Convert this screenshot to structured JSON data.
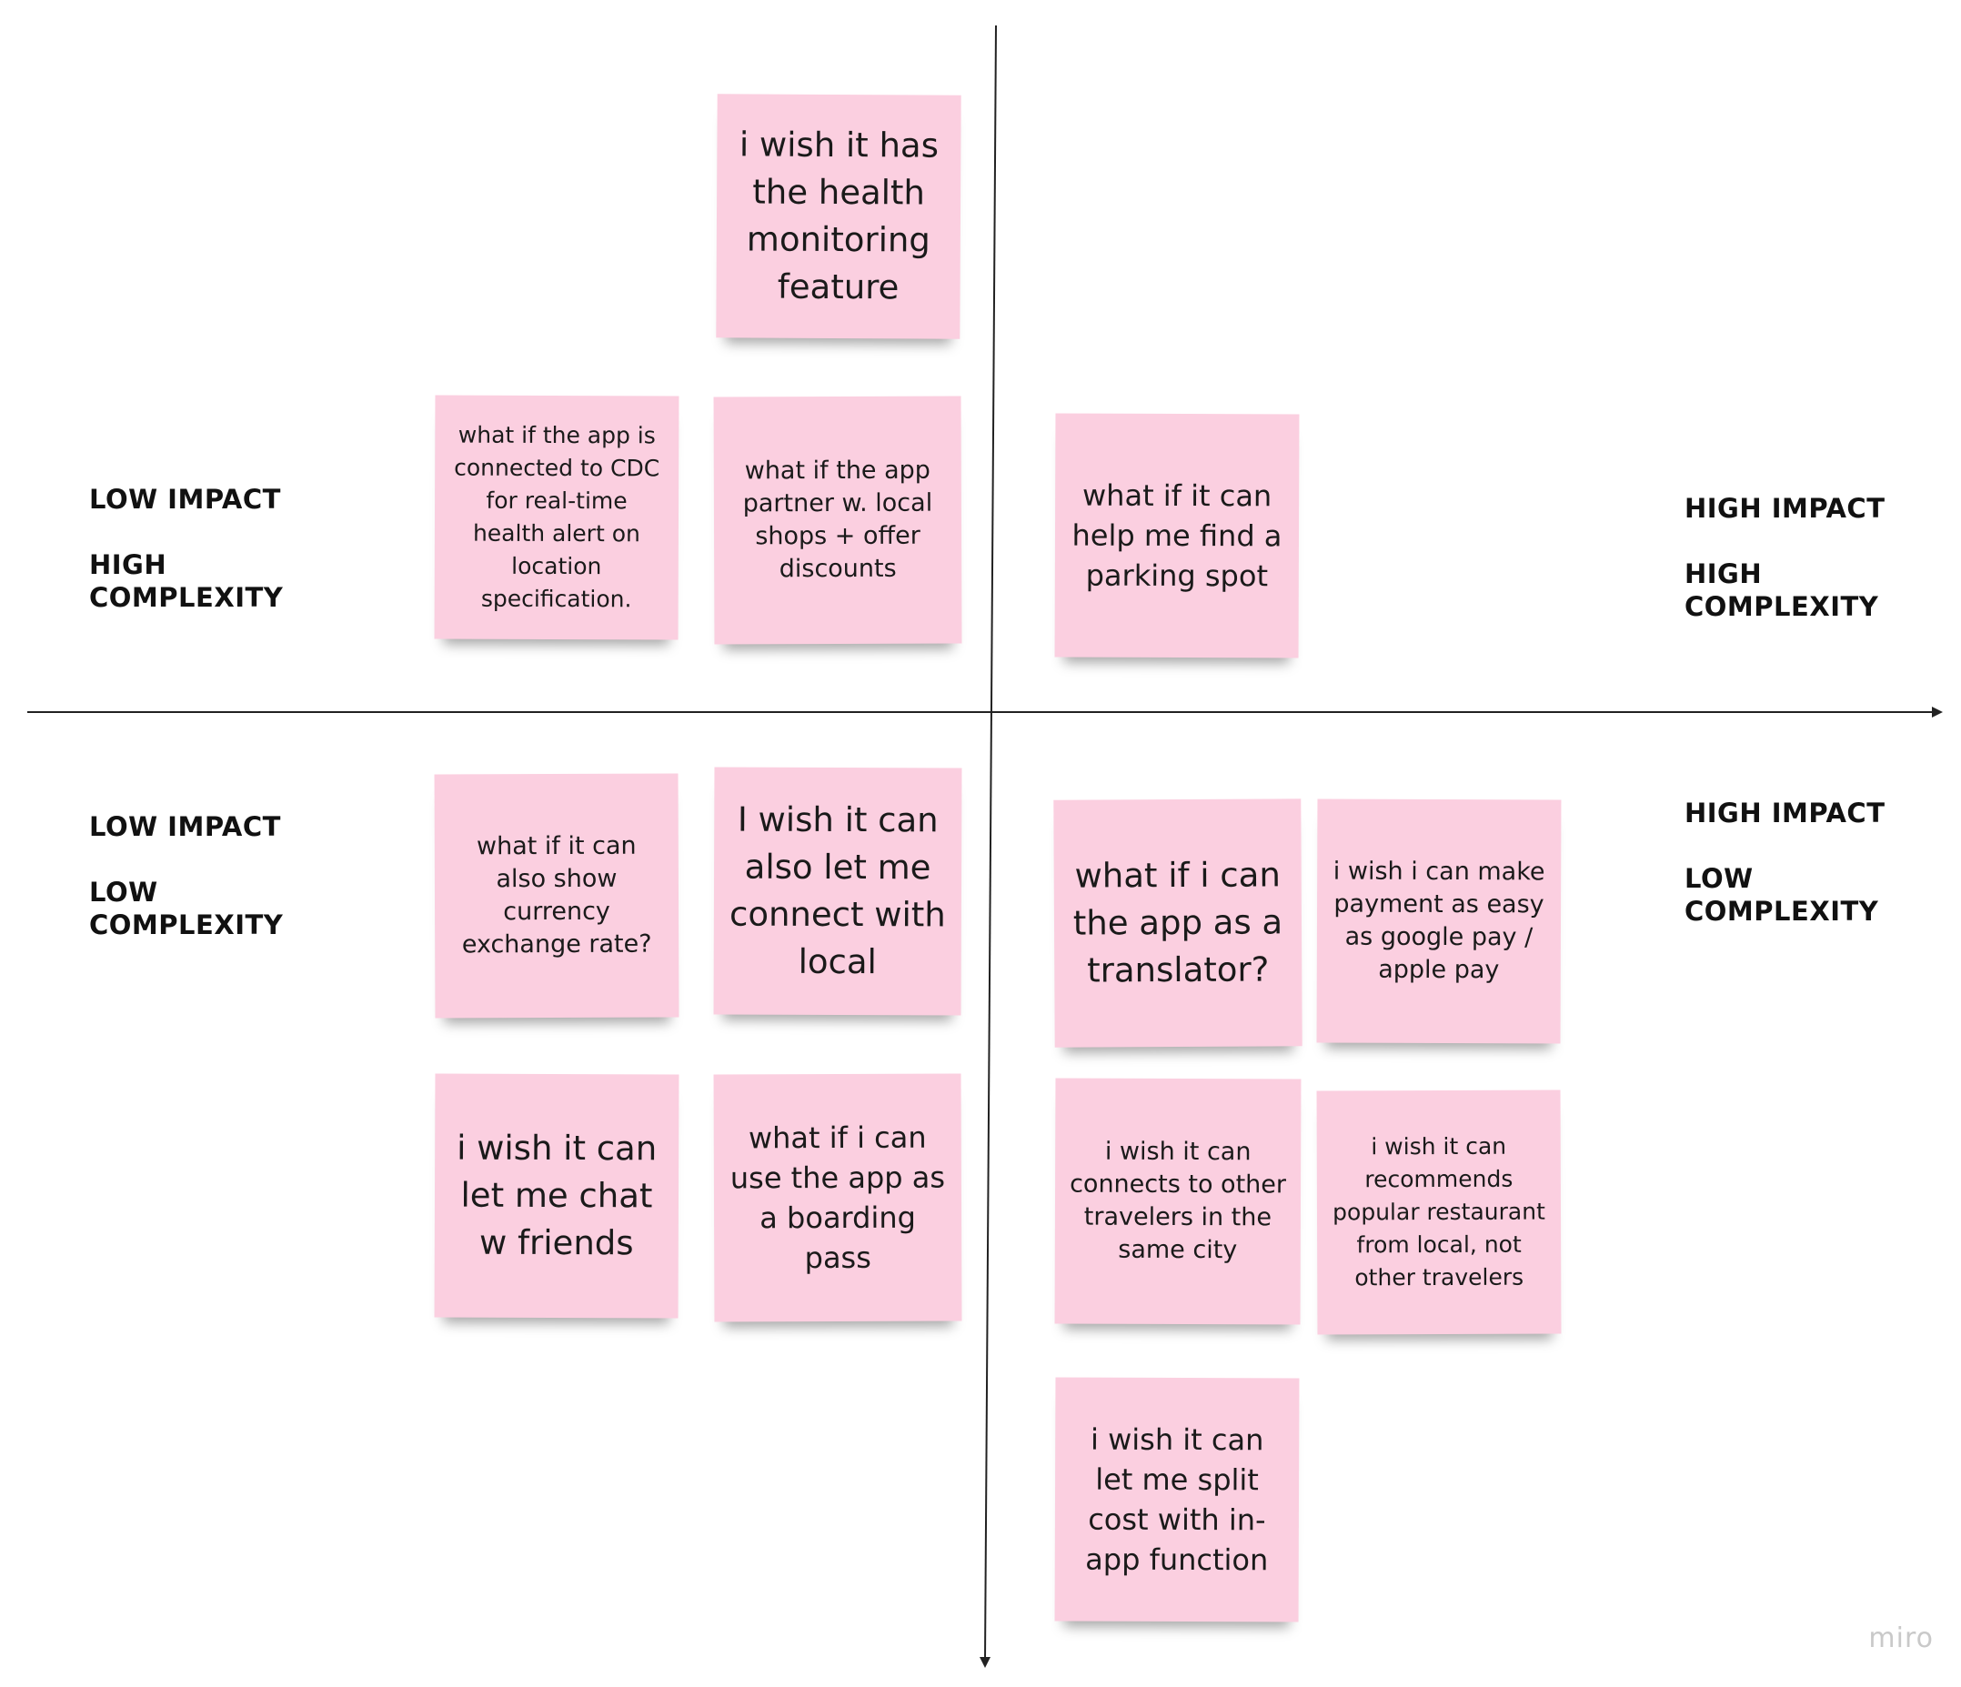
{
  "quadrant_labels": {
    "top_left": "LOW IMPACT\n\nHIGH\nCOMPLEXITY",
    "top_right": "HIGH IMPACT\n\nHIGH\nCOMPLEXITY",
    "bottom_left": "LOW IMPACT\n\nLOW\nCOMPLEXITY",
    "bottom_right": "HIGH IMPACT\n\nLOW\nCOMPLEXITY"
  },
  "notes": {
    "health_monitoring": "i wish it has the health monitoring feature",
    "cdc_alert": "what if the app is connected to CDC for real-time health alert on location specification.",
    "local_shops": "what if the app partner w. local shops + offer discounts",
    "parking_spot": "what if it can help me find a parking spot",
    "currency_exchange": "what if it can also show currency exchange rate?",
    "connect_local": "I wish it can also let me connect with local",
    "translator": "what if i can the app as a translator?",
    "payment": "i wish i can make payment as easy as google pay / apple pay",
    "chat_friends": "i wish it can let me chat w friends",
    "boarding_pass": "what if i can use the app as a boarding pass",
    "connect_travelers": "i wish it can connects to other travelers in the same city",
    "restaurant": "i wish it can recommends popular restaurant from local, not other travelers",
    "split_cost": "i wish it can let me split cost with in-app function"
  },
  "note_color": "#fbcfe0",
  "watermark": "miro"
}
